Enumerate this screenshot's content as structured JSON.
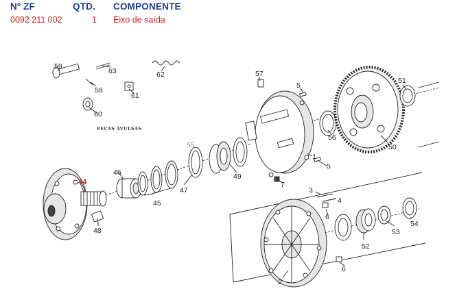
{
  "header": {
    "col_zf": "Nº ZF",
    "col_qtd": "QTD.",
    "col_componente": "COMPONENTE",
    "zf_value": "0092 211 002",
    "qtd_value": "1",
    "componente_value": "Eixo de saída"
  },
  "diagram": {
    "pecas_avulsas": "PEÇAS AVULSAS",
    "highlight_label": "44",
    "labels": {
      "l59": "59",
      "l63": "63",
      "l62": "62",
      "l58": "58",
      "l61": "61",
      "l60": "60",
      "l57": "57",
      "l5a": "5",
      "l51": "51",
      "l56": "56",
      "l50": "50",
      "l55": "55",
      "l1": "1",
      "l5b": "5",
      "l49": "49",
      "l7": "7",
      "l46": "46",
      "l47": "47",
      "l45": "45",
      "l48": "48",
      "l3": "3",
      "l4": "4",
      "l6a": "6",
      "l53": "53",
      "l54": "54",
      "l52": "52",
      "l6b": "6",
      "l2": "2"
    }
  },
  "colors": {
    "header_blue": "#1c3f8f",
    "value_red": "#d21f1f"
  }
}
